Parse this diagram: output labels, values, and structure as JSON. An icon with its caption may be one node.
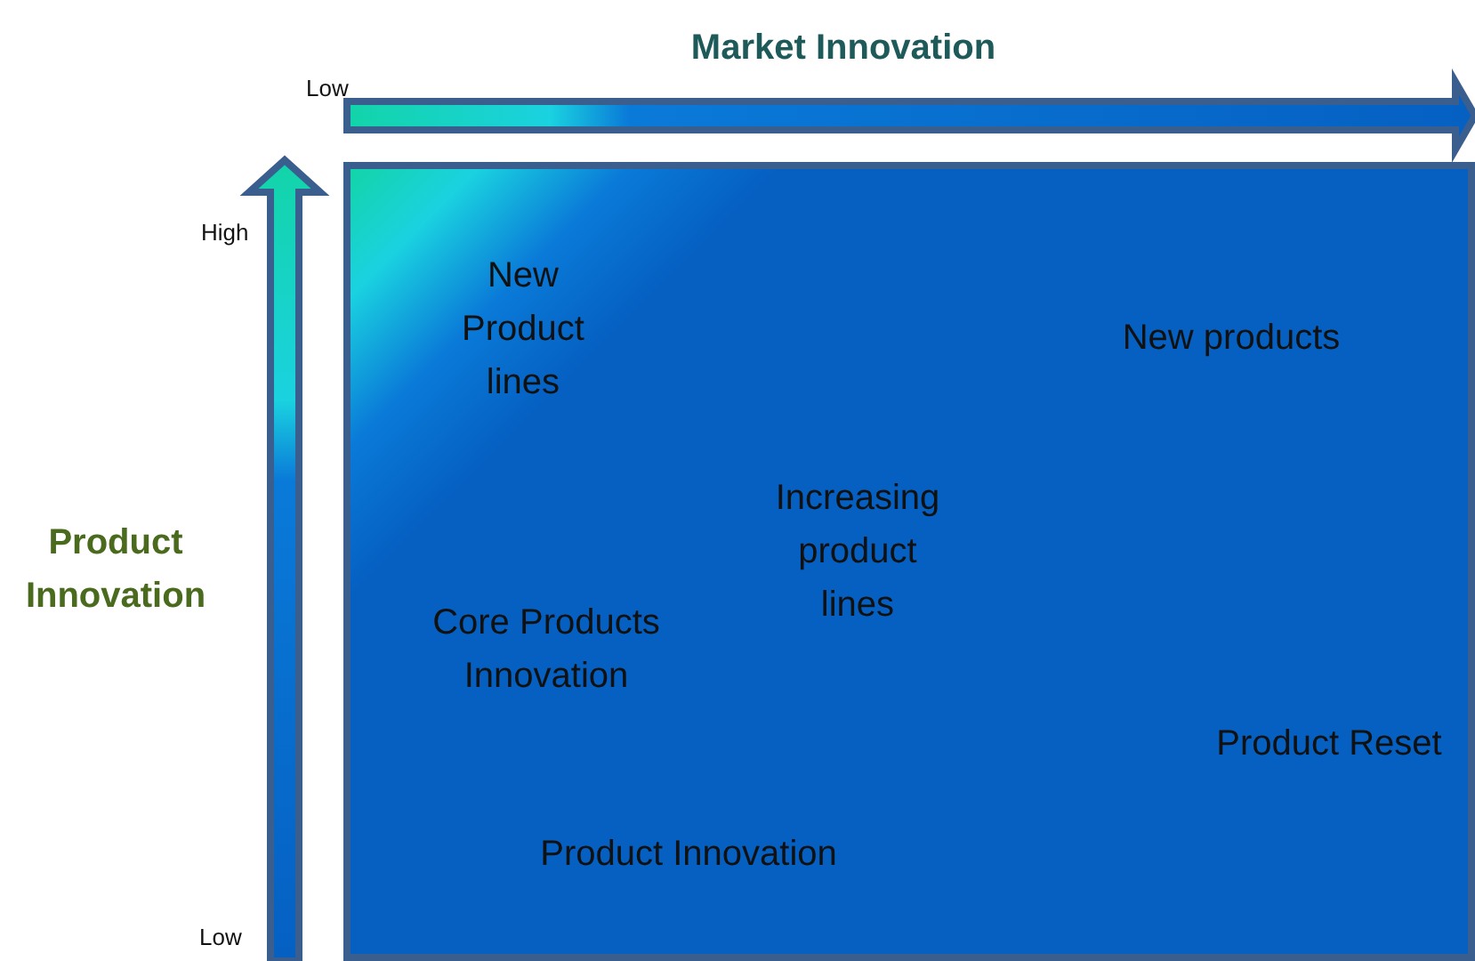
{
  "diagram": {
    "nodes": [
      {
        "text": [
          "New Product lines",
          "New products",
          "Increasing product lines",
          "Core Products Innovation",
          "Product Reset",
          "Product Innovation"
        ]
      }
    ],
    "labels": [
      "Market Innovation",
      "Low",
      "High",
      "Product Innovation",
      "Low"
    ]
  }
}
